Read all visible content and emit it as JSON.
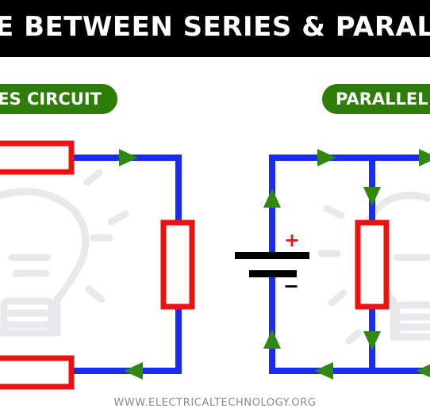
{
  "title": "E BETWEEN SERIES & PARALLE",
  "series_label": "ES CIRCUIT",
  "parallel_label": "PARALLEL",
  "battery_plus": "+",
  "battery_minus": "−",
  "watermark": "WWW.ELECTRICALTECHNOLOGY.ORG",
  "colors": {
    "title_bg": "#000000",
    "pill_green": "#2e7d06",
    "wire_blue": "#1a2cf0",
    "resistor_red": "#ee1111",
    "arrow_green": "#2d8a0e",
    "battery_black": "#000000",
    "watermark_gray": "#8a8a8a"
  },
  "icons": [
    "lightbulb-watermark-icon",
    "battery-icon",
    "resistor-icon",
    "current-arrow-icon"
  ]
}
